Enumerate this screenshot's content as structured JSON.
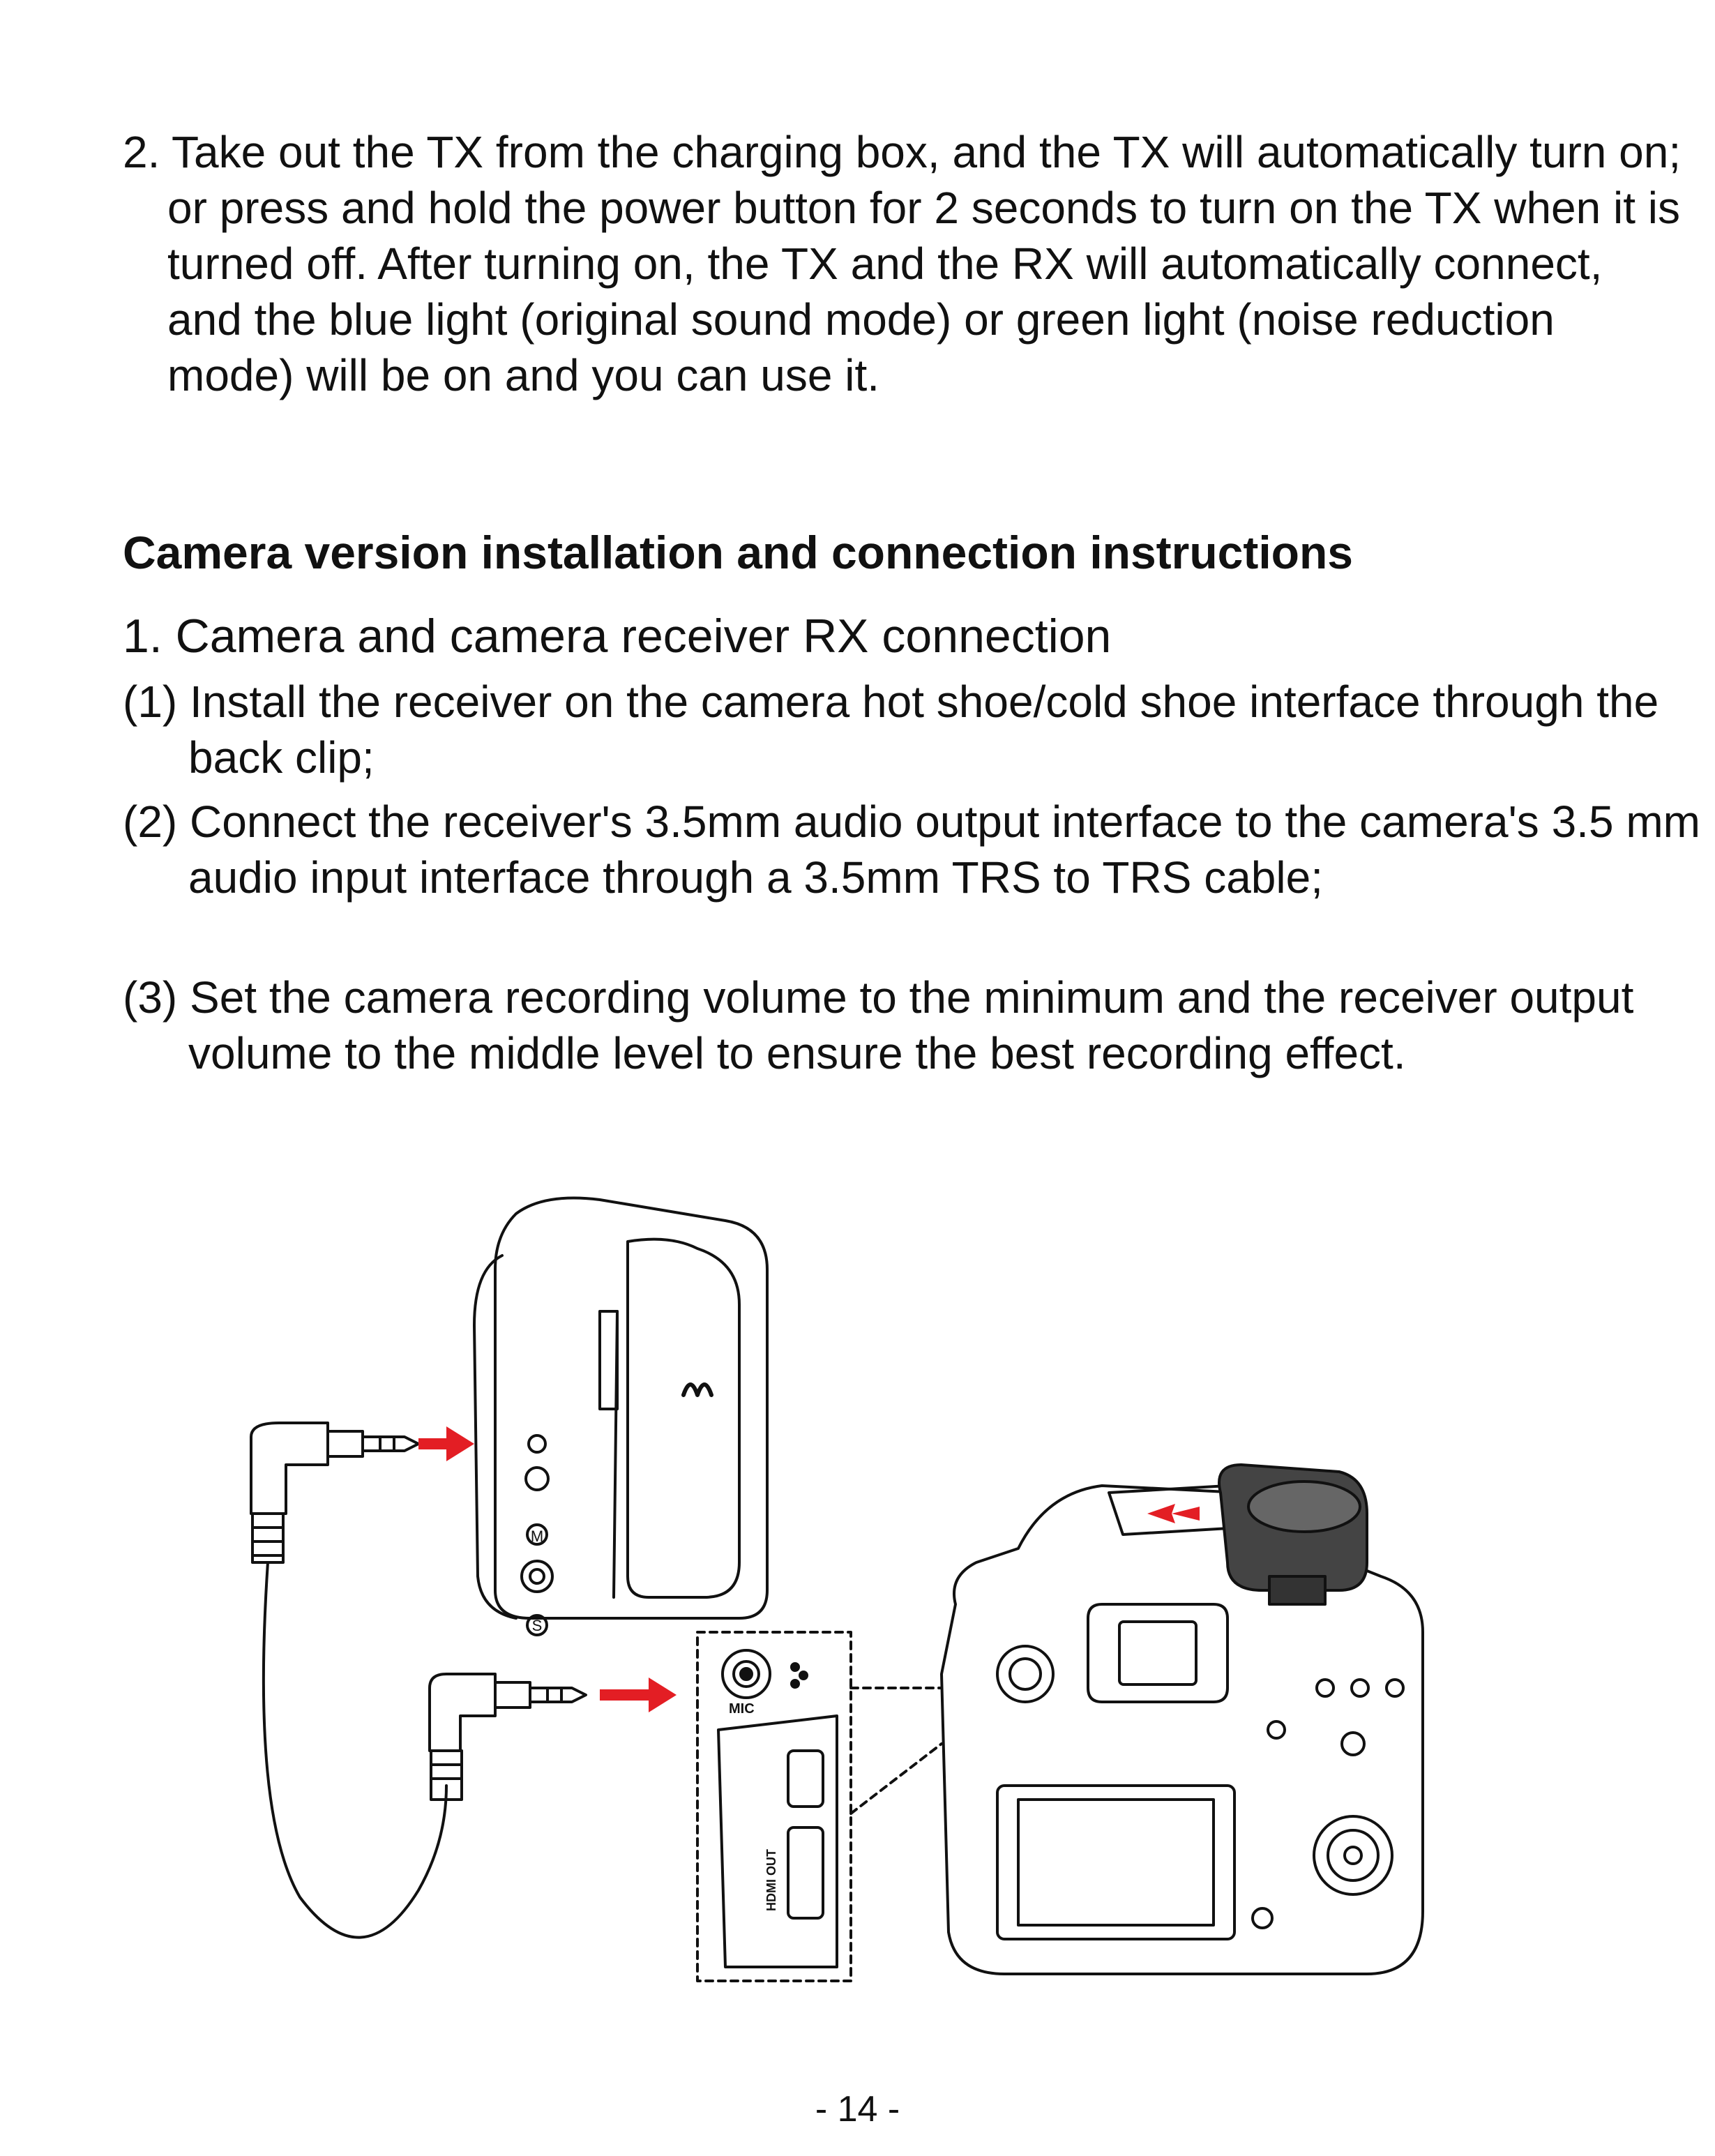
{
  "step2": {
    "text": "2. Take out the TX from the charging box, and the TX will automatically turn on; or press and hold the power button for 2 seconds to turn on the TX when it is turned off. After turning on, the TX and the RX will automatically connect, and the blue light (original sound mode) or green light (noise reduction mode) will be on and you can use it."
  },
  "section": {
    "heading": "Camera version installation and connection instructions",
    "subheading": "1. Camera and camera receiver RX connection",
    "steps": [
      "(1) Install the receiver on the camera hot shoe/cold shoe interface through the back clip;",
      "(2) Connect the receiver's 3.5mm audio output interface to the camera's 3.5 mm audio input interface through a 3.5mm TRS to TRS cable;",
      "(3) Set the camera recording volume to the minimum and the receiver output volume to the middle level to ensure the best recording effect."
    ]
  },
  "figure": {
    "mic_port_label": "MIC",
    "hdmi_label": "HDMI OUT",
    "button_m": "M",
    "button_s": "S",
    "arrow_color": "#e31e24"
  },
  "footer": {
    "page_number": "- 14 -"
  }
}
